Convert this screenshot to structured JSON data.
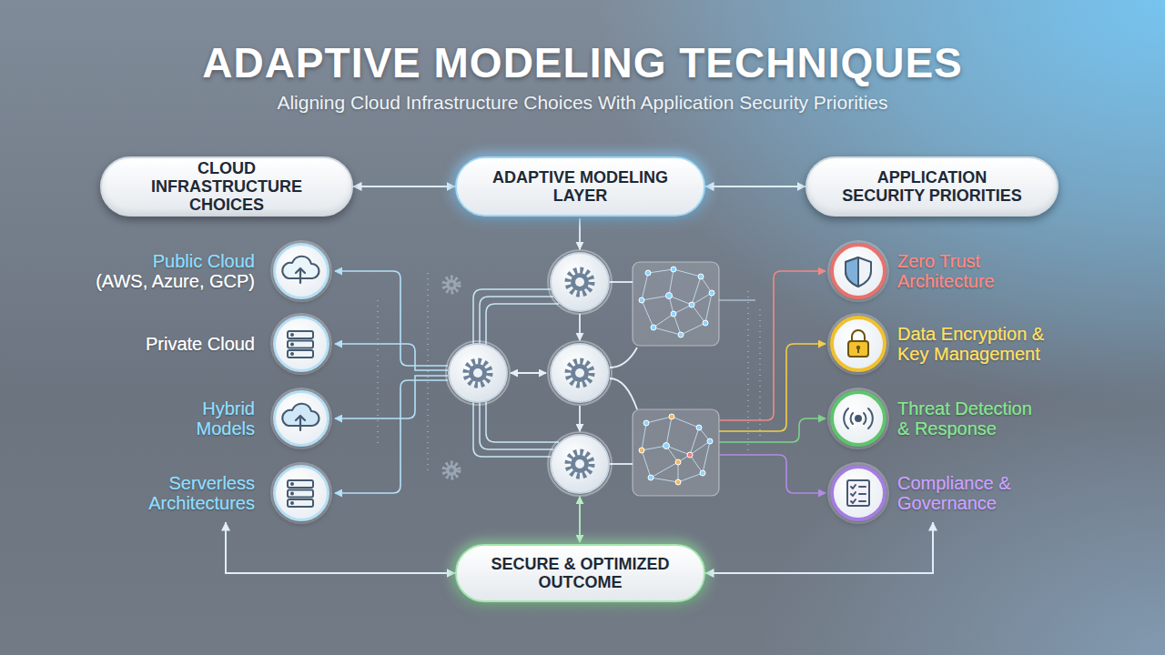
{
  "diagram": {
    "title": "ADAPTIVE MODELING TECHNIQUES",
    "nodes": [
      {
        "text": [
          "CLOUD INFRASTRUCTURE CHOICES"
        ]
      },
      {
        "text": [
          "ADAPTIVE MODELING LAYER"
        ]
      },
      {
        "text": [
          "APPLICATION SECURITY PRIORITIES"
        ]
      },
      {
        "text": [
          "Public Cloud",
          "(AWS, Azure, GCP)"
        ]
      },
      {
        "text": [
          "Private Cloud"
        ]
      },
      {
        "text": [
          "Hybrid Models"
        ]
      },
      {
        "text": [
          "Serverless Architectures"
        ]
      },
      {
        "text": [
          "Zero Trust Architecture"
        ]
      },
      {
        "text": [
          "Data Encryption & Key Management"
        ]
      },
      {
        "text": [
          "Threat Detection & Response"
        ]
      },
      {
        "text": [
          "Compliance & Governance"
        ]
      },
      {
        "text": [
          "SECURE & OPTIMIZED OUTCOME"
        ]
      }
    ],
    "edges": [
      {
        "from": 0,
        "to": 1,
        "arrow": "both"
      },
      {
        "from": 1,
        "to": 2,
        "arrow": "both"
      },
      {
        "from": 11,
        "to": 6,
        "arrow": "both"
      },
      {
        "from": 11,
        "to": 10,
        "arrow": "both"
      }
    ],
    "labels": [
      "Aligning Cloud Infrastructure Choices With Application Security Priorities"
    ]
  }
}
